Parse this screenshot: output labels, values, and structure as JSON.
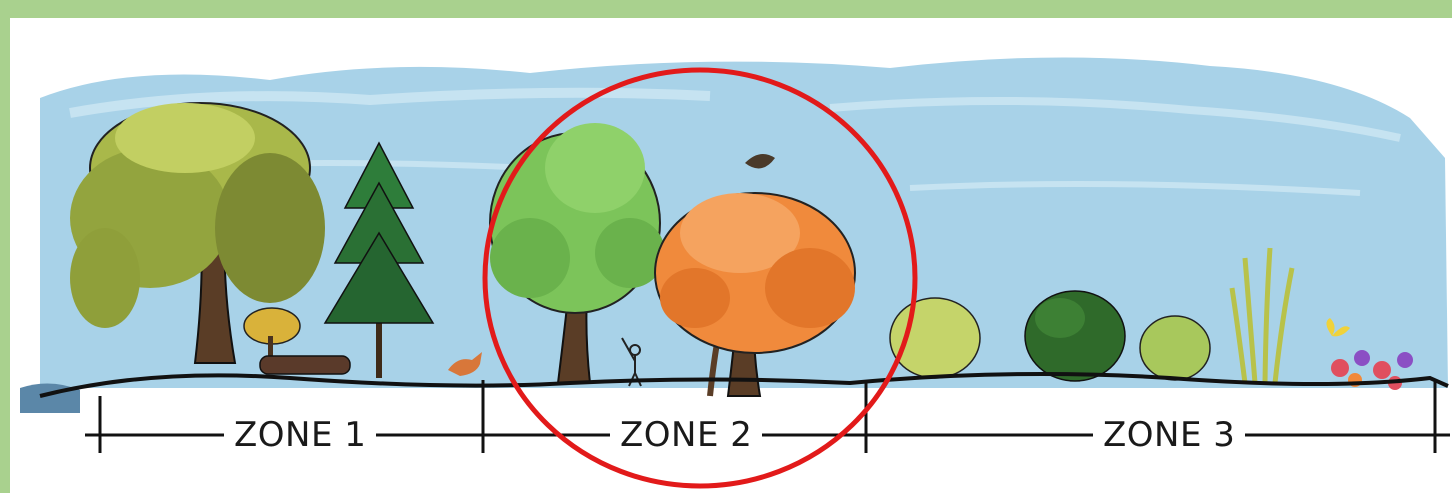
{
  "zones": [
    {
      "label": "ZONE 1"
    },
    {
      "label": "ZONE 2"
    },
    {
      "label": "ZONE 3"
    }
  ],
  "highlight": {
    "target": "ZONE 2",
    "color": "#e21a1a"
  },
  "colors": {
    "background_border": "#a9d18e",
    "sky": "#a8d2e8",
    "ground_line": "#111111",
    "tree_green": "#7cc45a",
    "tree_orange": "#f08a3c",
    "pine": "#2e7d3a",
    "willow": "#a9b84a"
  },
  "icons": [
    "willow-tree-icon",
    "pine-tree-icon",
    "yellow-shrub-icon",
    "fallen-log-icon",
    "fox-icon",
    "green-tree-icon",
    "orange-tree-icon",
    "person-icon",
    "falling-leaf-icon",
    "shrub-icon",
    "dark-bush-icon",
    "tall-grass-icon",
    "flowers-icon",
    "butterfly-icon",
    "water-icon"
  ]
}
